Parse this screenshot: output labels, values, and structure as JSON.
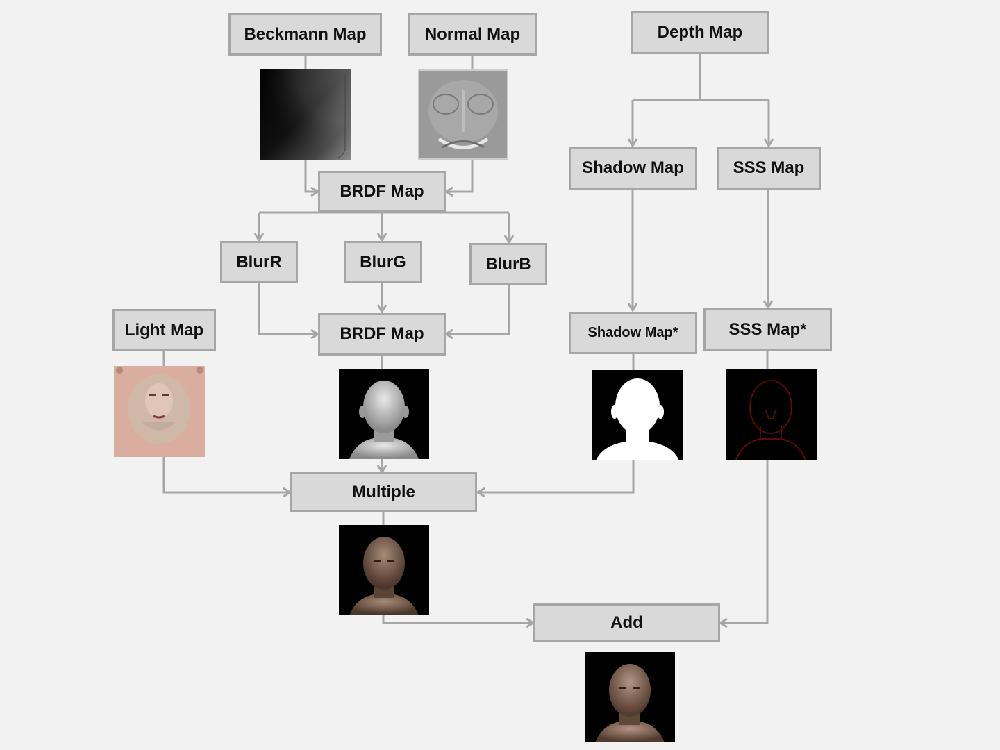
{
  "nodes": {
    "beckmann_map": "Beckmann Map",
    "normal_map": "Normal Map",
    "depth_map": "Depth Map",
    "shadow_map": "Shadow Map",
    "sss_map": "SSS Map",
    "brdf_map_1": "BRDF Map",
    "blur_r": "BlurR",
    "blur_g": "BlurG",
    "blur_b": "BlurB",
    "light_map": "Light Map",
    "brdf_map_2": "BRDF Map",
    "shadow_map_star": "Shadow Map*",
    "sss_map_star": "SSS Map*",
    "multiple": "Multiple",
    "add": "Add"
  },
  "images": {
    "beckmann": "beckmann-map-image",
    "normal": "normal-map-image",
    "light": "light-map-image",
    "brdf": "brdf-render-image",
    "shadow": "shadow-map-image",
    "sss": "sss-map-image",
    "multiple": "multiple-result-image",
    "final": "final-result-image"
  },
  "colors": {
    "background": "#f2f2f2",
    "node_fill": "#d9d9d9",
    "node_border": "#a6a6a6",
    "connector": "#a6a6a6"
  }
}
